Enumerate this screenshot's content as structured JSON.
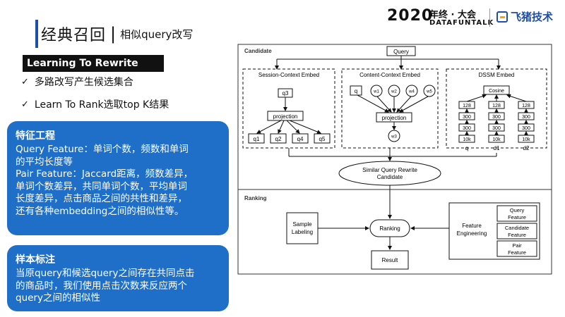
{
  "header": {
    "title_main": "经典召回",
    "title_sep": "|",
    "title_sub": "相似query改写"
  },
  "logos": {
    "year": "2020",
    "event": "年终 · 大会",
    "datafun": "DATAFUNTALK",
    "feizhu": "飞猪技术"
  },
  "left": {
    "section_label": "Learning To Rewrite",
    "bullets": [
      {
        "check": "✓",
        "text": "多路改写产生候选集合"
      },
      {
        "check": "✓",
        "text": "Learn To Rank选取top K结果"
      }
    ],
    "card1": {
      "title": "特征工程",
      "lines": [
        "Query Feature：单词个数，频数和单词",
        "的平均长度等",
        "Pair Feature：Jaccard距离，频数差异，",
        "单词个数差异，共同单词个数，平均单词",
        "长度差异，点击商品之间的共性和差异，",
        "还有各种embedding之间的相似性等。"
      ]
    },
    "card2": {
      "title": "样本标注",
      "lines": [
        "当原query和候选query之间存在共同点击",
        "的商品时，我们使用点击次数来反应两个",
        "query之间的相似性"
      ]
    }
  },
  "diagram": {
    "candidate_label": "Candidate",
    "ranking_label": "Ranking",
    "query": "Query",
    "session": {
      "title": "Session-Context Embed",
      "q3": "q3",
      "projection": "projection",
      "qs": [
        "q1",
        "q2",
        "q4",
        "q5"
      ]
    },
    "content": {
      "title": "Content-Context Embed",
      "q": "q",
      "ws": [
        "w1",
        "w2",
        "w4",
        "w5"
      ],
      "projection": "projection",
      "w3": "w3"
    },
    "dssm": {
      "title": "DSSM Embed",
      "cosine": "Cosine",
      "layers": [
        "128",
        "300",
        "300",
        "10k"
      ],
      "cols": [
        "q",
        "d1",
        "d2"
      ]
    },
    "similar": {
      "line1": "Similar Query Rewrite",
      "line2": "Candidate"
    },
    "sample": {
      "line1": "Sample",
      "line2": "Labeling"
    },
    "ranking": "Ranking",
    "feature": {
      "line1": "Feature",
      "line2": "Engineering"
    },
    "features": [
      {
        "line1": "Query",
        "line2": "Feature"
      },
      {
        "line1": "Candidate",
        "line2": "Feature"
      },
      {
        "line1": "Pair",
        "line2": "Feature"
      }
    ],
    "result": "Result"
  }
}
